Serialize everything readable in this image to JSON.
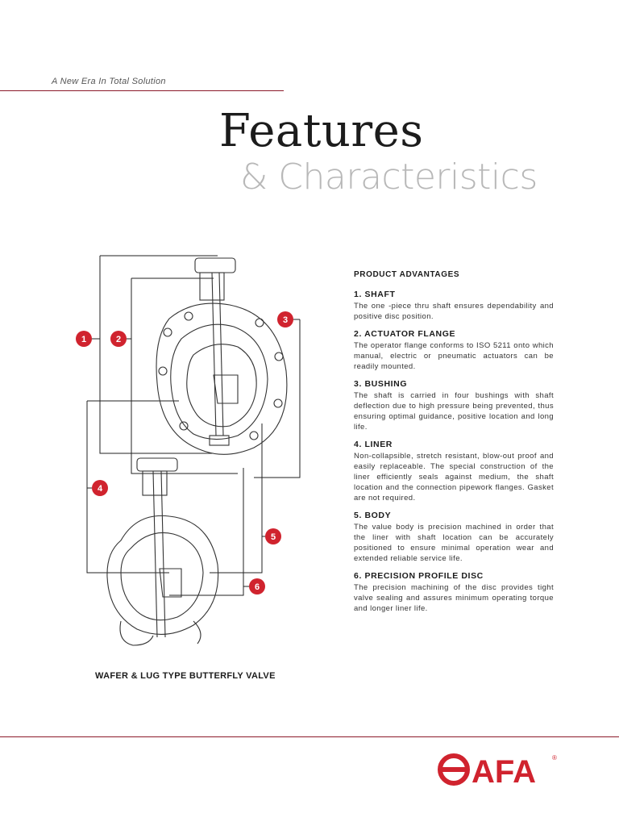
{
  "header": {
    "tagline": "A New Era In Total Solution",
    "title_line1": "Features",
    "title_line2": "& Characteristics"
  },
  "advantages": {
    "heading": "PRODUCT ADVANTAGES",
    "items": [
      {
        "title": "1. SHAFT",
        "text": "The one -piece thru shaft ensures dependability and positive disc position."
      },
      {
        "title": "2. ACTUATOR FLANGE",
        "text": "The operator flange conforms to ISO 5211 onto which manual, electric or pneumatic actuators can be readily mounted."
      },
      {
        "title": "3. BUSHING",
        "text": "The shaft is carried in four bushings with shaft deflection due to high pressure being prevented, thus ensuring optimal guidance, positive location and long life."
      },
      {
        "title": "4. LINER",
        "text": "Non-collapsible, stretch resistant, blow-out proof and easily replaceable. The special construction of the liner efficiently seals against medium, the shaft location and the connection pipework flanges. Gasket are not required."
      },
      {
        "title": "5. BODY",
        "text": "The value body is precision machined in order that the liner with shaft location can be accurately positioned to ensure minimal operation wear and extended reliable service life."
      },
      {
        "title": "6. PRECISION PROFILE DISC",
        "text": "The precision machining of the disc provides tight valve sealing and assures minimum operating torque and longer liner life."
      }
    ]
  },
  "diagram": {
    "caption": "WAFER & LUG TYPE BUTTERFLY VALVE",
    "callouts": [
      "1",
      "2",
      "3",
      "4",
      "5",
      "6"
    ]
  },
  "logo": {
    "text": "AFA",
    "registered": "®"
  },
  "colors": {
    "accent": "#d0232e",
    "rule": "#8b1a2a",
    "subtitle": "#b8b8b8"
  }
}
